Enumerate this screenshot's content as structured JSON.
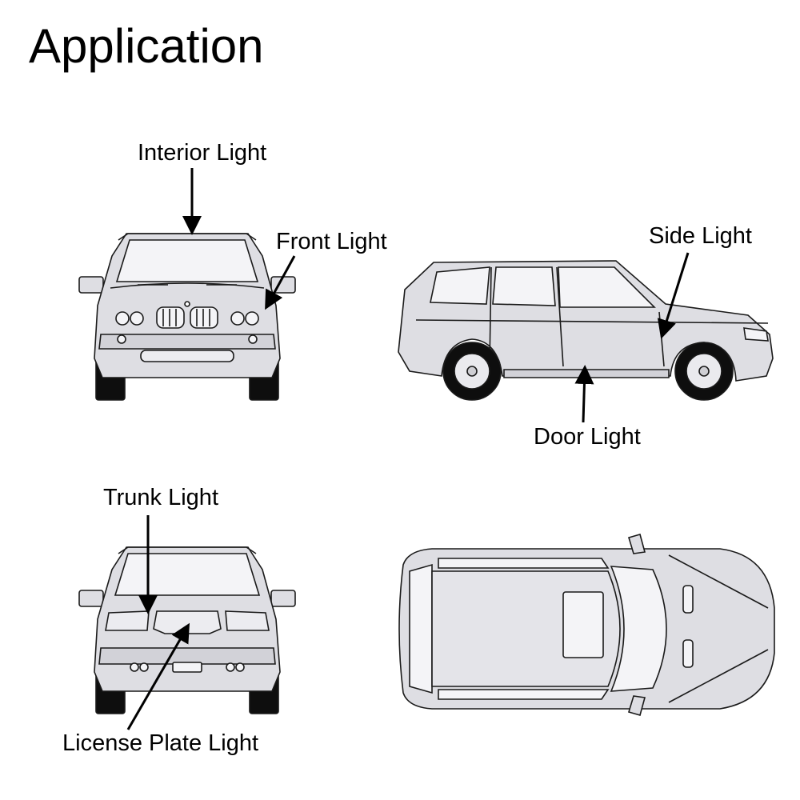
{
  "title": "Application",
  "labels": {
    "interior": "Interior Light",
    "front": "Front Light",
    "side": "Side Light",
    "door": "Door Light",
    "trunk": "Trunk Light",
    "license": "License Plate Light"
  },
  "colors": {
    "body": "#dedee3",
    "glass": "#f4f4f7",
    "tire": "#0e0e0e",
    "stroke": "#1a1a1a"
  }
}
